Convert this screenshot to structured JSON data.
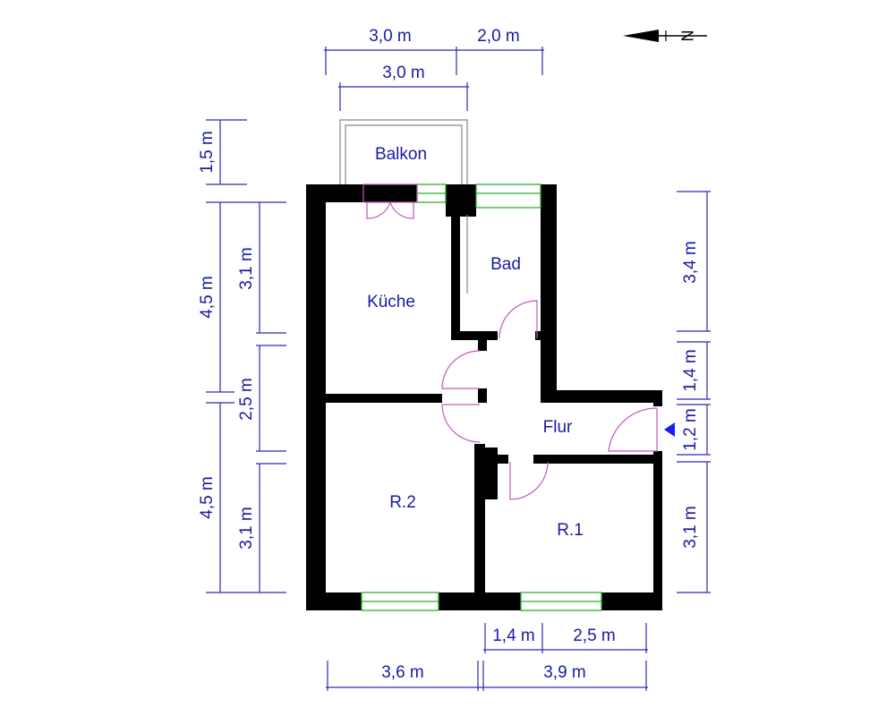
{
  "north_label": "N",
  "rooms": {
    "balkon": "Balkon",
    "kueche": "Küche",
    "bad": "Bad",
    "flur": "Flur",
    "r2": "R.2",
    "r1": "R.1"
  },
  "dimensions": {
    "top_left_width": "3,0 m",
    "top_right_width": "2,0 m",
    "balkon_width": "3,0 m",
    "balkon_depth": "1,5 m",
    "left_upper_total": "4,5 m",
    "left_lower_total": "4,5 m",
    "kueche_depth": "3,1 m",
    "middle_depth": "2,5 m",
    "r2_depth": "3,1 m",
    "bad_depth": "3,4 m",
    "flur_upper": "1,4 m",
    "flur_entry": "1,2 m",
    "r1_depth": "3,1 m",
    "bottom_small": "1,4 m",
    "bottom_mid": "2,5 m",
    "r2_width": "3,6 m",
    "r1_width": "3,9 m"
  },
  "colors": {
    "walls": "#000000",
    "dimension_lines": "#2a2ab8",
    "windows": "#2bb02b",
    "doors": "#c257c2",
    "text": "#1a1aa6"
  }
}
